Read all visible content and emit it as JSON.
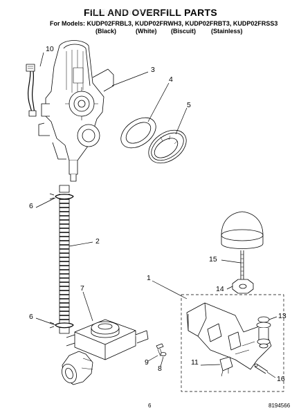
{
  "header": {
    "title": "FILL AND OVERFILL PARTS",
    "models_line": "For Models: KUDP02FRBL3, KUDP02FRWH3, KUDP02FRBT3, KUDP02FRSS3",
    "variants": [
      "(Black)",
      "(White)",
      "(Biscuit)",
      "(Stainless)"
    ]
  },
  "callouts": [
    "10",
    "3",
    "4",
    "5",
    "6",
    "2",
    "15",
    "1",
    "14",
    "6",
    "7",
    "13",
    "9",
    "8",
    "11",
    "16"
  ],
  "footer": {
    "page_number": "6",
    "doc_number": "8194566"
  }
}
